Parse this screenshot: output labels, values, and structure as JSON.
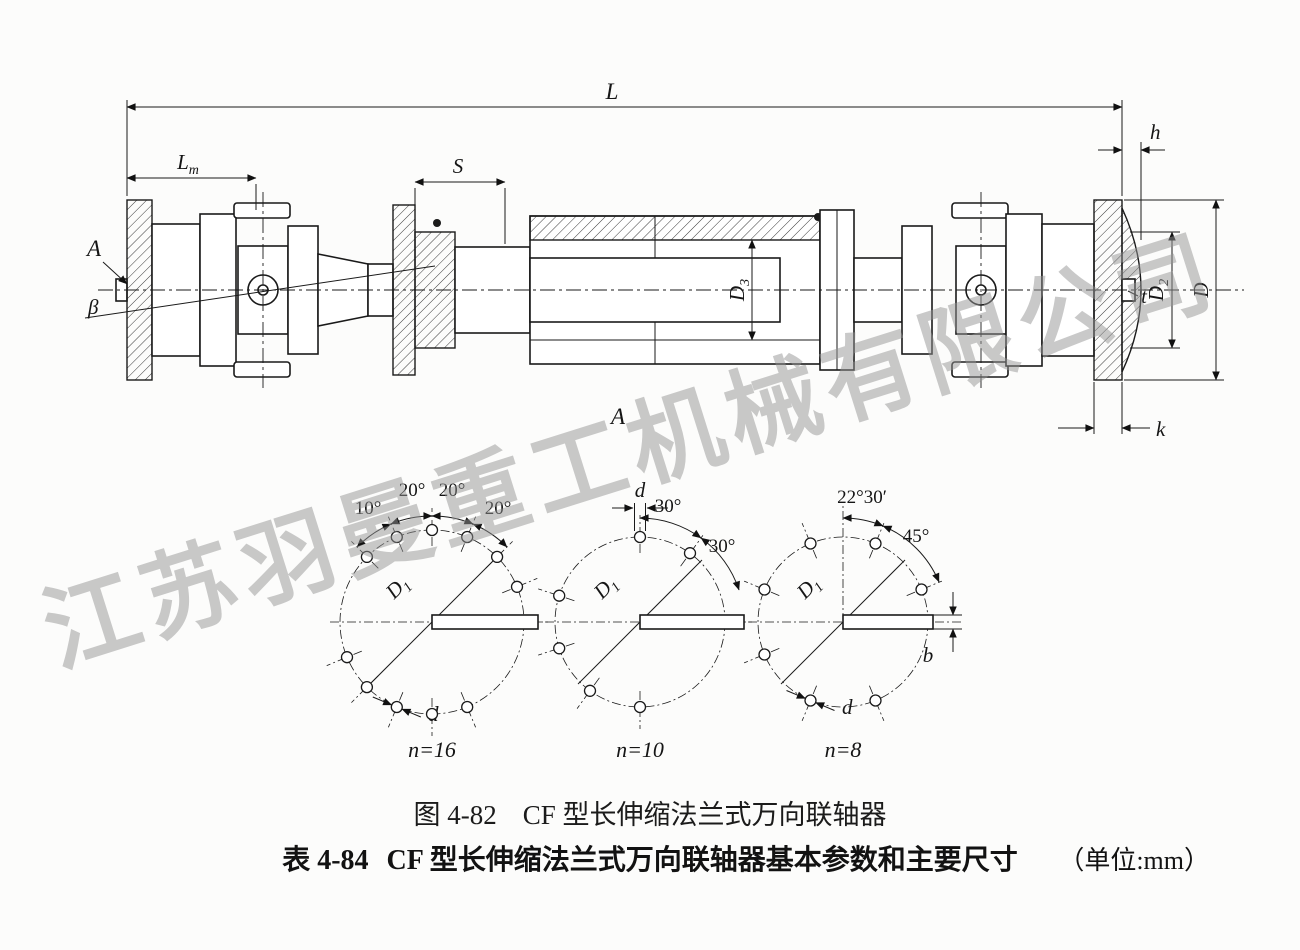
{
  "watermark": {
    "text": "江苏羽曼重工机械有限公司"
  },
  "drawing": {
    "dims": {
      "L": "L",
      "Lm_base": "L",
      "Lm_sub": "m",
      "S": "S",
      "h": "h",
      "k": "k",
      "t": "t",
      "beta": "β",
      "D": "D",
      "D2_base": "D",
      "D2_sub": "2",
      "D3_base": "D",
      "D3_sub": "3",
      "A_section": "A",
      "A_view": "A"
    },
    "left_circle": {
      "a1": "10°",
      "a2": "20°",
      "a3": "20°",
      "a4": "20°",
      "D1_base": "D",
      "D1_sub": "1",
      "d": "d",
      "n": "n=16"
    },
    "middle_circle": {
      "d": "d",
      "a1": "30°",
      "a2": "30°",
      "D1_base": "D",
      "D1_sub": "1",
      "n": "n=10"
    },
    "right_circle": {
      "a1": "22°30′",
      "a2": "45°",
      "D1_base": "D",
      "D1_sub": "1",
      "b": "b",
      "d": "d",
      "n": "n=8"
    }
  },
  "figure_caption": {
    "label": "图 4-82",
    "title": "CF 型长伸缩法兰式万向联轴器"
  },
  "table_caption": {
    "label": "表 4-84",
    "title": "CF 型长伸缩法兰式万向联轴器基本参数和主要尺寸",
    "unit": "（单位:mm）"
  }
}
